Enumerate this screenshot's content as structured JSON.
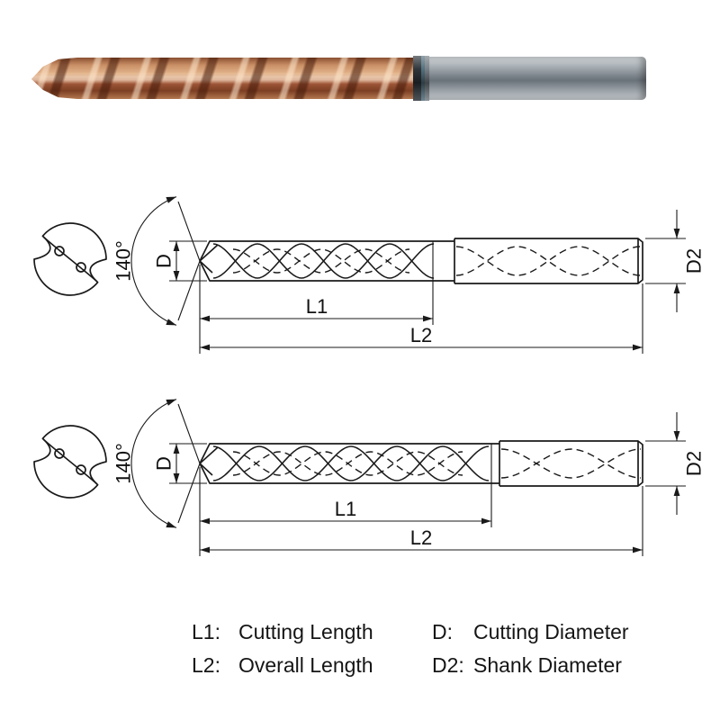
{
  "diagram1": {
    "point_angle": "140°",
    "d": "D",
    "l1": "L1",
    "l2": "L2",
    "d2": "D2"
  },
  "diagram2": {
    "point_angle": "140°",
    "d": "D",
    "l1": "L1",
    "l2": "L2",
    "d2": "D2"
  },
  "legend": {
    "l1_key": "L1:",
    "l1_value": "Cutting Length",
    "d_key": "D:",
    "d_value": "Cutting Diameter",
    "l2_key": "L2:",
    "l2_value": "Overall Length",
    "d2_key": "D2:",
    "d2_value": "Shank Diameter"
  },
  "colors": {
    "outline": "#1a1a1a",
    "flute_copper": "#a0593a",
    "shank_steel": "#8d959b",
    "collar_teal": "#53707e"
  }
}
